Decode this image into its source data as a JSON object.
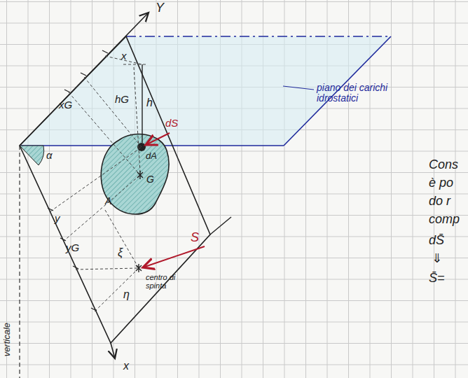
{
  "diagram": {
    "labels": [
      "Y",
      "x",
      "xG",
      "hG",
      "h",
      "dS",
      "dA",
      "G",
      "A",
      "y",
      "yG",
      "ξ",
      "η",
      "S",
      "centro di spinta",
      "piano dei carichi idrostatici",
      "α",
      "verticale",
      "x",
      "Cons",
      "è po",
      "do r",
      "comp",
      "dS̄",
      "⇓",
      "S̄="
    ]
  }
}
